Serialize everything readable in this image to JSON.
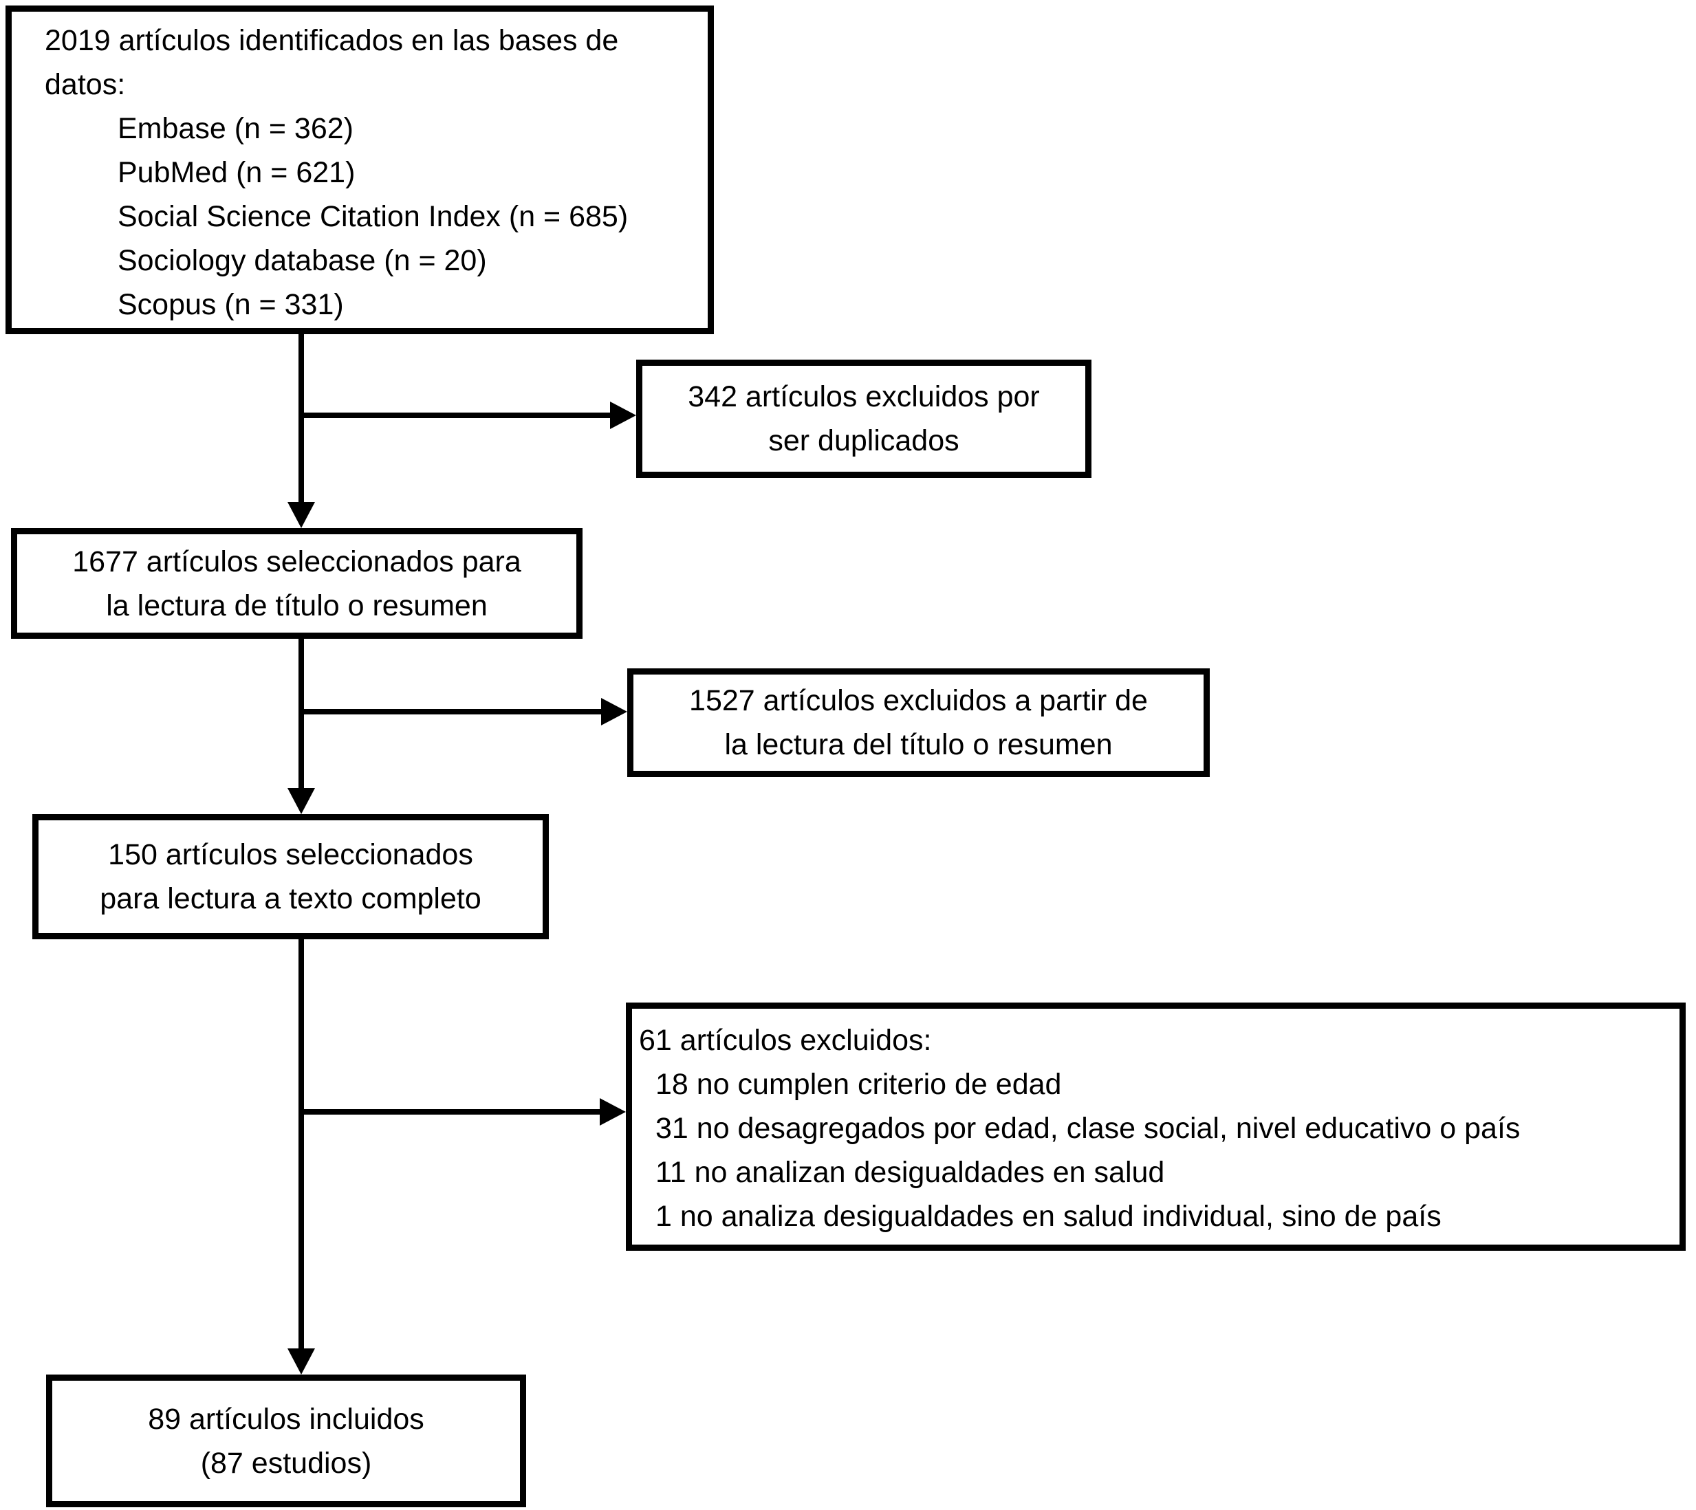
{
  "figure": {
    "boxes": {
      "identified": {
        "lines": [
          "2019 artículos identificados en las bases de",
          "datos:"
        ],
        "databases": [
          "Embase (n = 362)",
          "PubMed (n = 621)",
          "Social Science Citation Index (n = 685)",
          "Sociology database (n = 20)",
          "Scopus (n = 331)"
        ]
      },
      "excluded_duplicates": {
        "lines": [
          "342 artículos excluidos por",
          "ser duplicados"
        ]
      },
      "selected_title_abstract": {
        "lines": [
          "1677 artículos seleccionados para",
          "la lectura de título o resumen"
        ]
      },
      "excluded_title_abstract": {
        "lines": [
          "1527 artículos excluidos a partir de",
          "la lectura del título o resumen"
        ]
      },
      "selected_fulltext": {
        "lines": [
          "150 artículos seleccionados",
          "para lectura a texto completo"
        ]
      },
      "excluded_fulltext": {
        "title": "61 artículos excluidos:",
        "reasons": [
          "18 no cumplen criterio de edad",
          "31 no desagregados por edad, clase social, nivel educativo o país",
          "11 no analizan desigualdades en salud",
          "1 no analiza desigualdades en salud individual, sino de país"
        ]
      },
      "included": {
        "lines": [
          "89 artículos incluidos",
          "(87 estudios)"
        ]
      }
    },
    "colors": {
      "ink": "#000000",
      "background": "#ffffff"
    }
  }
}
